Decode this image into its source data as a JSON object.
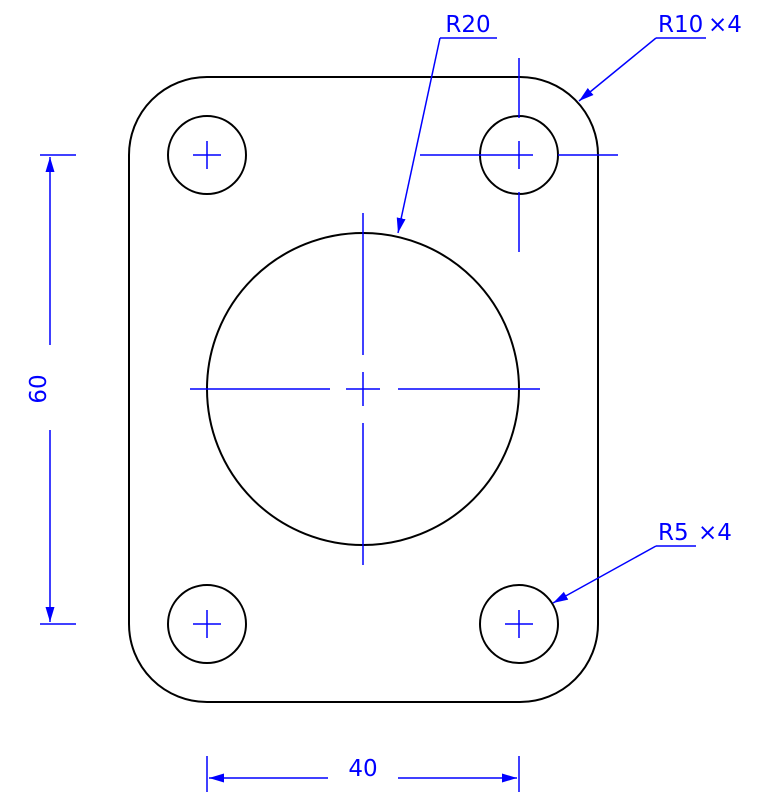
{
  "colors": {
    "outline": "#000000",
    "dimension": "#0000ff",
    "background": "#ffffff"
  },
  "labels": {
    "big_radius": "R20",
    "corner_radius": "R10",
    "corner_radius_count": "×4",
    "hole_radius": "R5",
    "hole_radius_count": "×4",
    "height_dim": "60",
    "width_dim": "40"
  }
}
